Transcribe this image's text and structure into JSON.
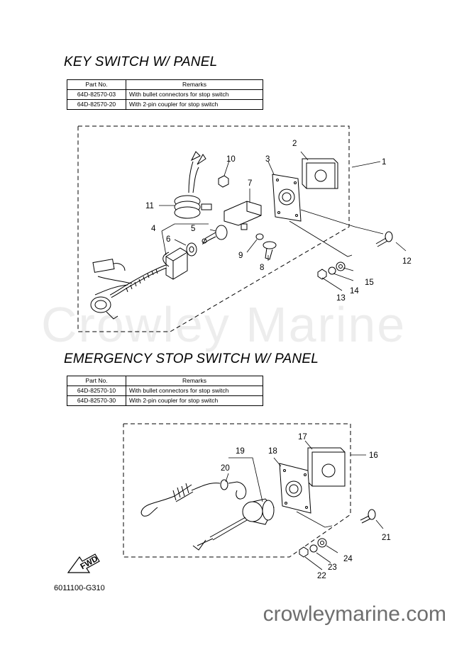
{
  "sections": [
    {
      "title": "KEY SWITCH W/ PANEL",
      "table": {
        "headers": [
          "Part No.",
          "Remarks"
        ],
        "rows": [
          [
            "64D-82570-03",
            "With bullet connectors for stop switch"
          ],
          [
            "64D-82570-20",
            "With 2-pin coupler for stop switch"
          ]
        ]
      },
      "callouts": [
        "1",
        "2",
        "3",
        "4",
        "5",
        "6",
        "7",
        "8",
        "9",
        "10",
        "11",
        "12",
        "13",
        "14",
        "15"
      ]
    },
    {
      "title": "EMERGENCY STOP SWITCH W/ PANEL",
      "table": {
        "headers": [
          "Part No.",
          "Remarks"
        ],
        "rows": [
          [
            "64D-82570-10",
            "With bullet connectors for stop switch"
          ],
          [
            "64D-82570-30",
            "With 2-pin coupler for stop switch"
          ]
        ]
      },
      "callouts": [
        "16",
        "17",
        "18",
        "19",
        "20",
        "21",
        "22",
        "23",
        "24"
      ]
    }
  ],
  "fwd_label": "FWD",
  "figure_code": "6011100-G310",
  "watermark": "Crowley Marine",
  "footer_watermark": "crowleymarine.com"
}
